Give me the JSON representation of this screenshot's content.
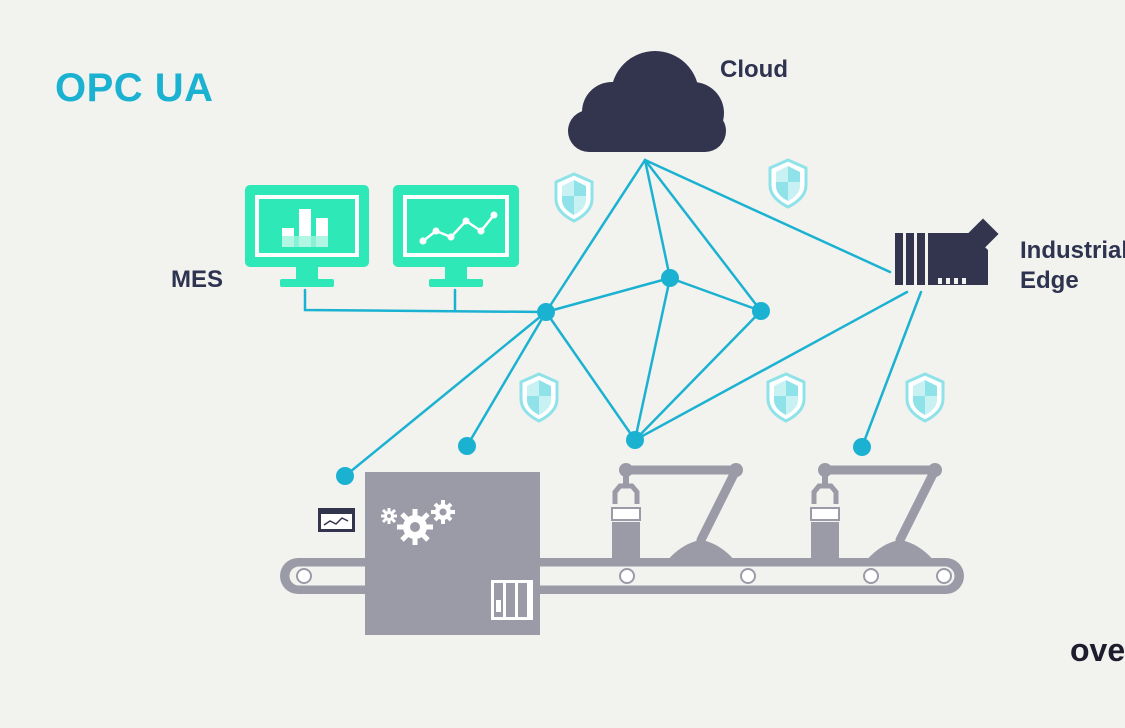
{
  "title": "OPC UA",
  "labels": {
    "cloud": "Cloud",
    "mes": "MES",
    "industrial_edge_line1": "Industrial",
    "industrial_edge_line2": "Edge",
    "brand": "ove"
  },
  "colors": {
    "background": "#f2f2ef",
    "network": "#1bb2d2",
    "navy": "#33354f",
    "screen_green": "#2ee8b8",
    "shield": "#8fe3e8",
    "machinery_gray": "#9b9ba8"
  },
  "icons": [
    "cloud-icon",
    "bar-chart-monitor-icon",
    "line-chart-monitor-icon",
    "industrial-edge-device-icon",
    "security-shield-icon",
    "gear-icon",
    "robot-arm-icon",
    "conveyor-belt-icon"
  ]
}
